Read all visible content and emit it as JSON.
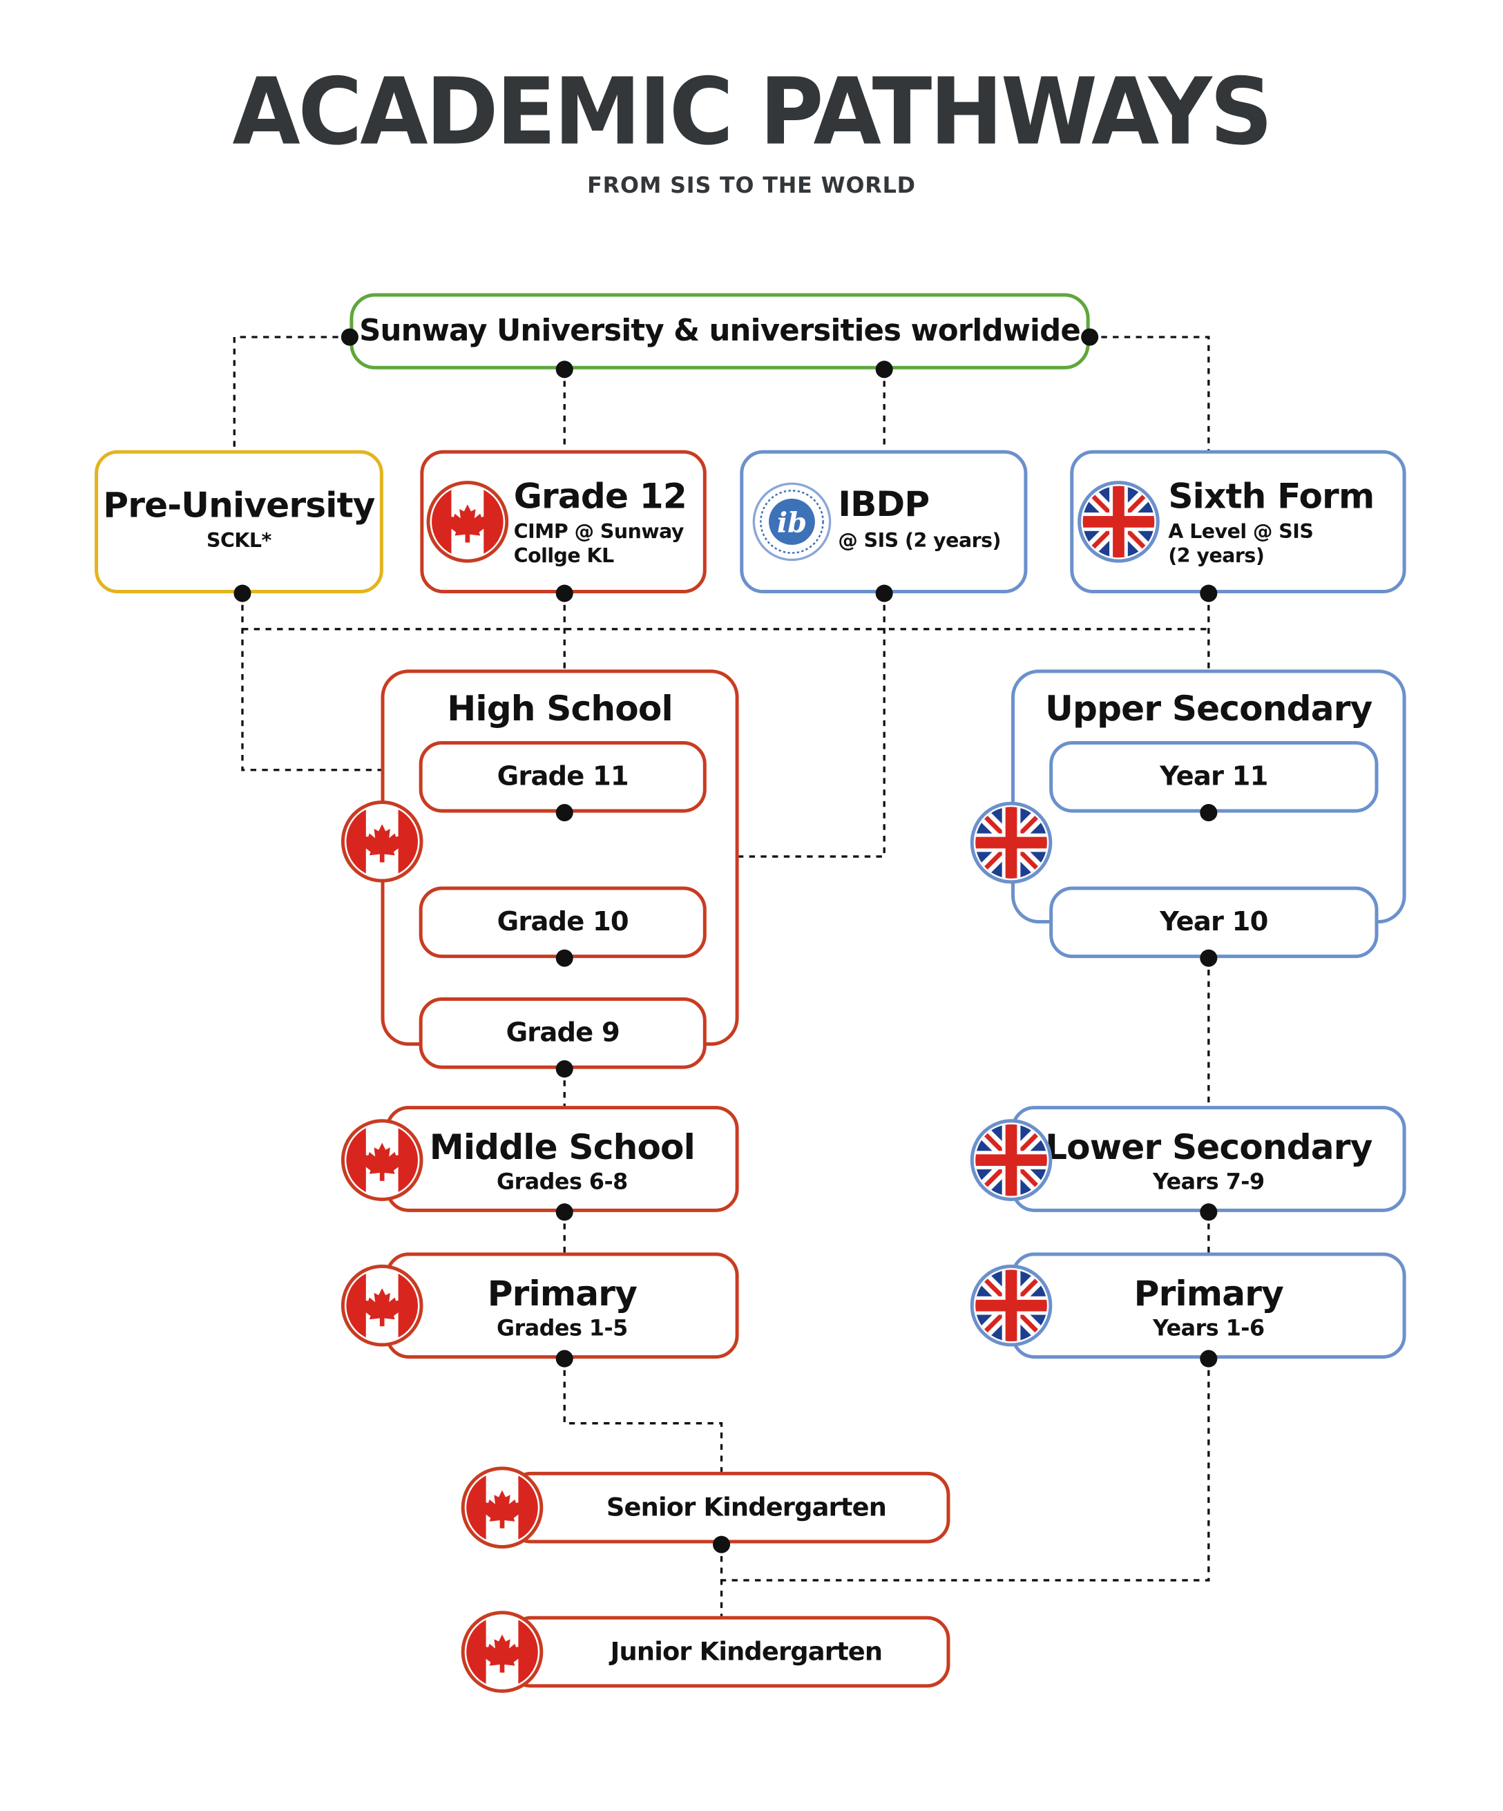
{
  "header": {
    "title": "ACADEMIC PATHWAYS",
    "subtitle": "FROM SIS TO THE WORLD"
  },
  "colors": {
    "canadian": "#c83c22",
    "british": "#6b91cc",
    "pre_university": "#e3b41f",
    "university": "#5fa73c",
    "title": "#333739"
  },
  "university": {
    "label": "Sunway University & universities worldwide"
  },
  "pre_university": {
    "title": "Pre-University",
    "subtitle": "SCKL*"
  },
  "grade12": {
    "title": "Grade 12",
    "line1": "CIMP @ Sunway",
    "line2": "Collge KL",
    "icon": "canada-flag-icon"
  },
  "ibdp": {
    "title": "IBDP",
    "subtitle": "@ SIS (2 years)",
    "icon": "ib-logo-icon"
  },
  "sixth_form": {
    "title": "Sixth Form",
    "line1": "A Level @ SIS",
    "line2": "(2 years)",
    "icon": "uk-flag-icon"
  },
  "high_school": {
    "title": "High School",
    "grades": [
      "Grade 11",
      "Grade 10",
      "Grade 9"
    ]
  },
  "upper_secondary": {
    "title": "Upper Secondary",
    "years": [
      "Year 11",
      "Year 10"
    ]
  },
  "middle_school": {
    "title": "Middle School",
    "subtitle": "Grades 6-8"
  },
  "lower_secondary": {
    "title": "Lower Secondary",
    "subtitle": "Years 7-9"
  },
  "primary_canadian": {
    "title": "Primary",
    "subtitle": "Grades 1-5"
  },
  "primary_british": {
    "title": "Primary",
    "subtitle": "Years 1-6"
  },
  "senior_kindergarten": {
    "label": "Senior Kindergarten"
  },
  "junior_kindergarten": {
    "label": "Junior Kindergarten"
  }
}
